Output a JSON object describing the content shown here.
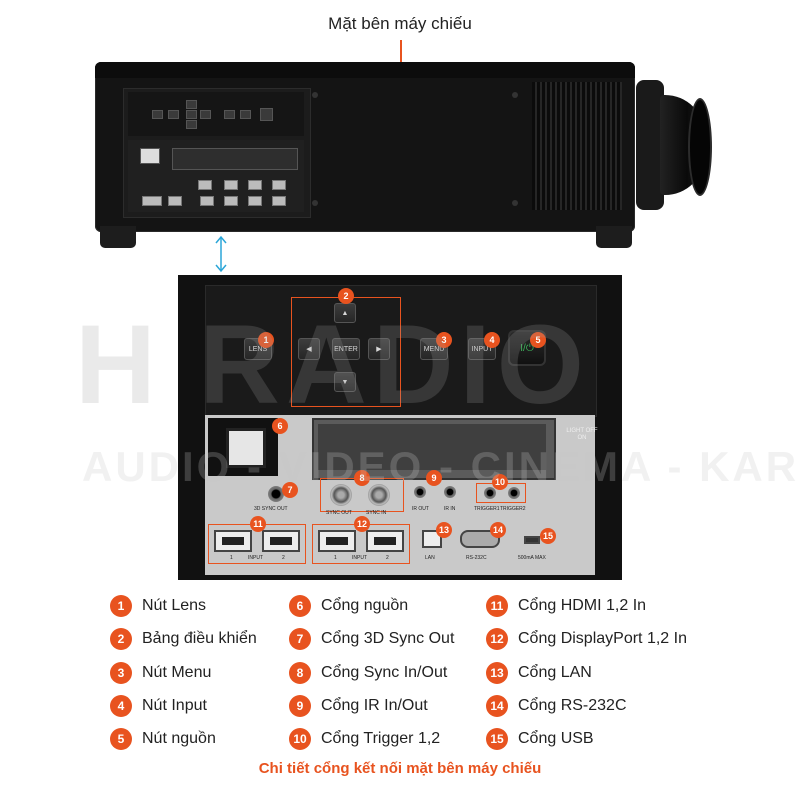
{
  "header": {
    "side_label": "Mặt bên máy chiếu"
  },
  "watermark": {
    "word": "H RADIO",
    "tagline": "AUDIO - VIDEO - CINEMA - KARAOKE"
  },
  "panel": {
    "lens_label": "LENS",
    "enter_label": "ENTER",
    "menu_label": "MENU",
    "input_label": "INPUT",
    "power_glyph": "I/⏻",
    "light_switch": "LIGHT OFF ON",
    "sync_out_label": "3D SYNC OUT",
    "sync_labels": [
      "SYNC OUT",
      "SYNC IN"
    ],
    "ir_labels": [
      "IR OUT",
      "IR IN"
    ],
    "trigger_labels": [
      "TRIGGER1",
      "TRIGGER2"
    ],
    "hdmi_input_label": "INPUT",
    "dp_input_label": "INPUT",
    "port_numbers": [
      "1",
      "2",
      "1",
      "2"
    ],
    "lan_label": "LAN",
    "rs232_label": "RS-232C",
    "usb_label": "500mA MAX"
  },
  "badges": [
    "1",
    "2",
    "3",
    "4",
    "5",
    "6",
    "7",
    "8",
    "9",
    "10",
    "11",
    "12",
    "13",
    "14",
    "15"
  ],
  "legend": [
    {
      "num": "1",
      "text": "Nút Lens"
    },
    {
      "num": "2",
      "text": "Bảng điều khiển"
    },
    {
      "num": "3",
      "text": "Nút Menu"
    },
    {
      "num": "4",
      "text": "Nút Input"
    },
    {
      "num": "5",
      "text": "Nút nguồn"
    },
    {
      "num": "6",
      "text": "Cổng nguồn"
    },
    {
      "num": "7",
      "text": "Cổng 3D Sync Out"
    },
    {
      "num": "8",
      "text": "Cổng Sync In/Out"
    },
    {
      "num": "9",
      "text": "Cổng IR In/Out"
    },
    {
      "num": "10",
      "text": "Cổng Trigger 1,2"
    },
    {
      "num": "11",
      "text": "Cổng HDMI 1,2 In"
    },
    {
      "num": "12",
      "text": "Cổng DisplayPort 1,2 In"
    },
    {
      "num": "13",
      "text": "Cổng LAN"
    },
    {
      "num": "14",
      "text": "Cổng RS-232C"
    },
    {
      "num": "15",
      "text": "Cổng USB"
    }
  ],
  "footer": {
    "caption": "Chi tiết cổng kết nối mặt bên máy chiếu"
  },
  "colors": {
    "accent": "#e8531f",
    "panel": "#1a1a1a",
    "port_plate": "#c9c9c9"
  }
}
